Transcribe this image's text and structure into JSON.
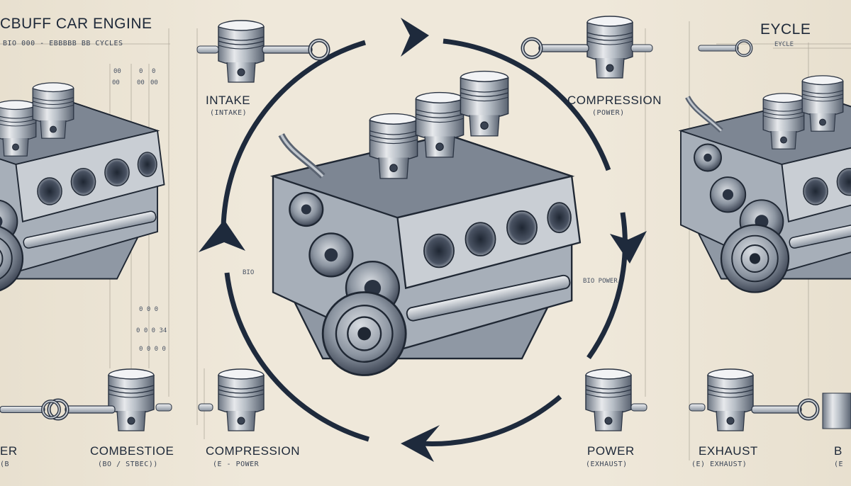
{
  "labels": {
    "title_left": "CBUFF CAR ENGINE",
    "subtitle_left": "BIO 000 - EBBBBB BB CYCLES",
    "title_right": "EYCLE",
    "subtitle_right": "EYCLE",
    "intake": "INTAKE",
    "intake_sub": "(INTAKE)",
    "compression_top": "COMPRESSION",
    "compression_top_sub": "(POWER)",
    "power_note": "BIO POWER",
    "bio_left": "BIO",
    "compression_bottom": "COMPRESSION",
    "compression_bottom_sub": "(E - POWER",
    "power": "POWER",
    "power_sub": "(EXHAUST)",
    "exhaust": "EXHAUST",
    "exhaust_sub": "(E) EXHAUST)",
    "left_bottom": "COMBESTIOE",
    "left_bottom_sub": "(BO / STBEC))",
    "edge_left": "ER",
    "edge_left_sub": "(B",
    "edge_right": "B",
    "edge_right_sub": "(E"
  },
  "dimension_codes": {
    "left_top": [
      "00",
      "0",
      "0",
      "00",
      "00",
      "00"
    ],
    "left_bottom": [
      "0 0 0",
      "0 0 0 34",
      "0 0 0 0"
    ]
  },
  "colors": {
    "paper": "#ece5d6",
    "ink": "#1d2838",
    "metal": "#9aa3ad",
    "metal_dark": "#4b5565",
    "accent": "#1e2a3c"
  }
}
